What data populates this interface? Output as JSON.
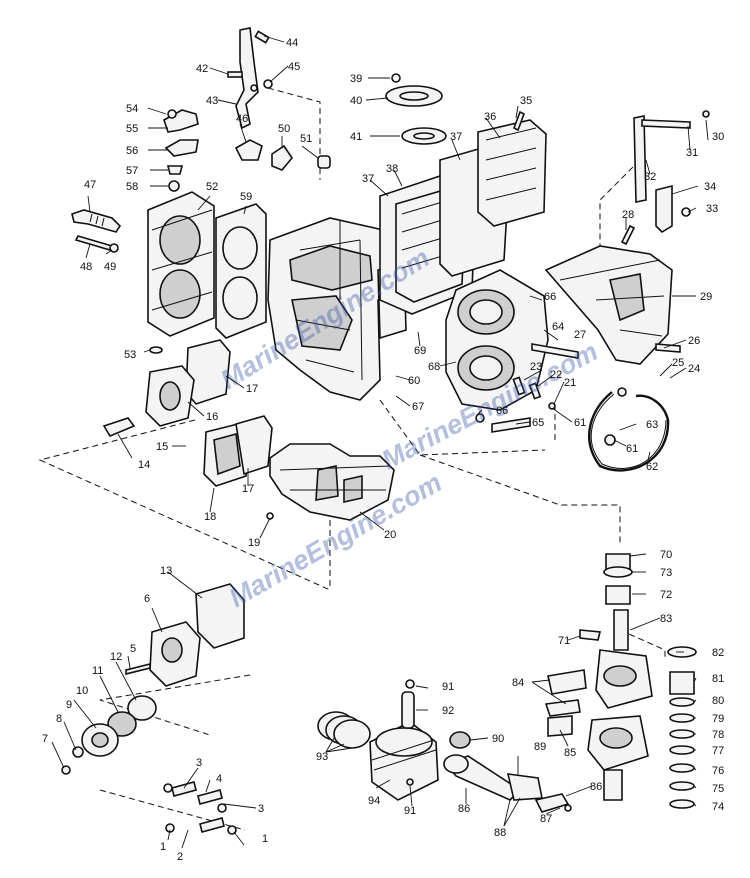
{
  "watermark": {
    "text": "MarineEngine.com",
    "color": "#3b55a8"
  },
  "callouts": [
    "1",
    "2",
    "3",
    "4",
    "5",
    "6",
    "7",
    "8",
    "9",
    "10",
    "11",
    "12",
    "13",
    "14",
    "15",
    "16",
    "17",
    "18",
    "19",
    "20",
    "21",
    "22",
    "23",
    "24",
    "25",
    "26",
    "27",
    "28",
    "29",
    "30",
    "31",
    "32",
    "33",
    "34",
    "35",
    "36",
    "37",
    "38",
    "39",
    "40",
    "41",
    "42",
    "43",
    "44",
    "45",
    "46",
    "47",
    "48",
    "49",
    "50",
    "51",
    "52",
    "53",
    "54",
    "55",
    "56",
    "57",
    "58",
    "59",
    "60",
    "61",
    "62",
    "63",
    "64",
    "65",
    "66",
    "67",
    "68",
    "69",
    "70",
    "71",
    "72",
    "73",
    "74",
    "75",
    "76",
    "77",
    "78",
    "79",
    "80",
    "81",
    "82",
    "83",
    "84",
    "85",
    "86",
    "87",
    "88",
    "89",
    "90",
    "91",
    "92",
    "93",
    "94"
  ]
}
